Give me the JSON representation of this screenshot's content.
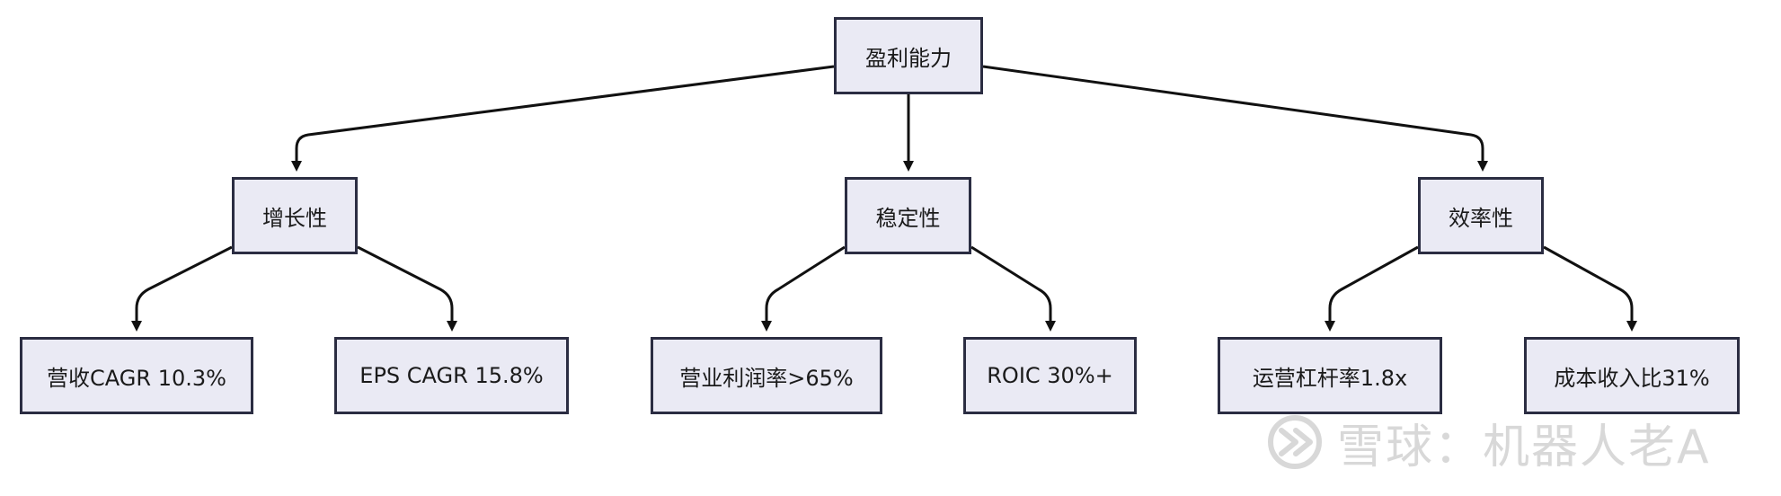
{
  "diagram": {
    "root": {
      "label": "盈利能力"
    },
    "branches": [
      {
        "label": "增长性",
        "children": [
          "营收CAGR 10.3%",
          "EPS CAGR 15.8%"
        ]
      },
      {
        "label": "稳定性",
        "children": [
          "营业利润率>65%",
          "ROIC 30%+"
        ]
      },
      {
        "label": "效率性",
        "children": [
          "运营杠杆率1.8x",
          "成本收入比31%"
        ]
      }
    ]
  },
  "watermark": {
    "text": "雪球：机器人老A",
    "logo": "snowball-logo-icon"
  },
  "colors": {
    "node_fill": "#eaeaf4",
    "node_border": "#2b2d42",
    "edge": "#111111",
    "watermark": "#8a8a8a"
  }
}
